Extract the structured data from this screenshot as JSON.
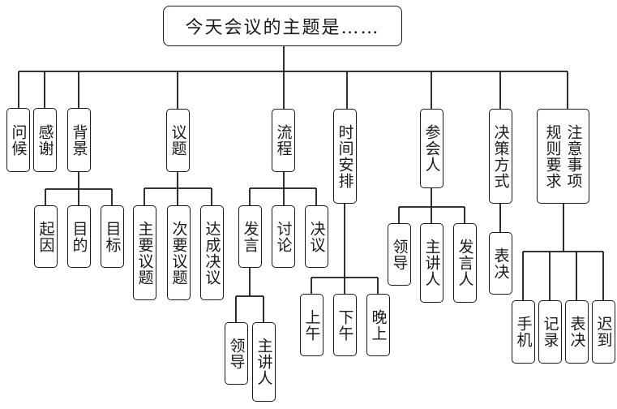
{
  "root": {
    "label": "今天会议的主题是……"
  },
  "branches": [
    {
      "id": "greeting",
      "label": "问候",
      "children": []
    },
    {
      "id": "thanks",
      "label": "感谢",
      "children": []
    },
    {
      "id": "background",
      "label": "背景",
      "children": [
        {
          "label": "起因"
        },
        {
          "label": "目的"
        },
        {
          "label": "目标"
        }
      ]
    },
    {
      "id": "topics",
      "label": "议题",
      "children": [
        {
          "label": "主要议题"
        },
        {
          "label": "次要议题"
        },
        {
          "label": "达成决议"
        }
      ]
    },
    {
      "id": "process",
      "label": "流程",
      "children": [
        {
          "label": "发言",
          "children": [
            {
              "label": "领导"
            },
            {
              "label": "主讲人"
            }
          ]
        },
        {
          "label": "讨论"
        },
        {
          "label": "决议"
        }
      ]
    },
    {
      "id": "schedule",
      "label": "时间安排",
      "children": [
        {
          "label": "上午"
        },
        {
          "label": "下午"
        },
        {
          "label": "晚上"
        }
      ]
    },
    {
      "id": "attendees",
      "label": "参会人",
      "children": [
        {
          "label": "领导"
        },
        {
          "label": "主讲人"
        },
        {
          "label": "发言人"
        }
      ]
    },
    {
      "id": "decision-method",
      "label": "决策方式",
      "children": [
        {
          "label": "表决"
        }
      ]
    },
    {
      "id": "rules",
      "label": "规则要求",
      "label2": "注意事项",
      "children": [
        {
          "label": "手机"
        },
        {
          "label": "记录"
        },
        {
          "label": "表决"
        },
        {
          "label": "迟到"
        }
      ]
    }
  ]
}
